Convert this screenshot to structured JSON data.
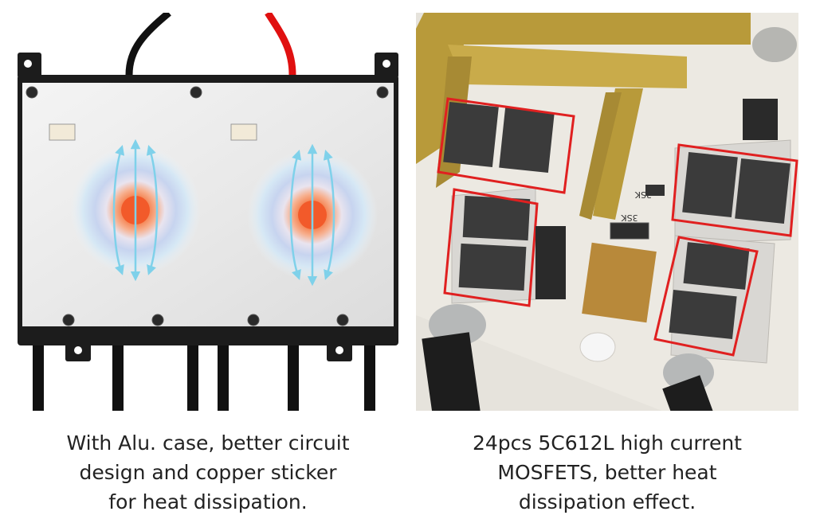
{
  "left_caption": {
    "lines": [
      "With Alu. case,  better circuit",
      "design and copper sticker",
      "for heat dissipation."
    ]
  },
  "right_caption": {
    "lines": [
      "24pcs 5C612L high current",
      "MOSFETS, better heat",
      "dissipation effect."
    ]
  },
  "board_labels": {
    "resistor_top": "3SK",
    "resistor_bottom": "3SK"
  },
  "colors": {
    "case_frame": "#1c1c1c",
    "aluminium_plate": "#eeeeee",
    "heat_core": "#f25a2a",
    "arrow": "#7fd1ea",
    "highlight_box": "#e02020",
    "pcb": "#ece9e2",
    "copper": "#b89a3a"
  },
  "icons": [
    "heat-spread-icon",
    "mosfet-highlight-box"
  ]
}
